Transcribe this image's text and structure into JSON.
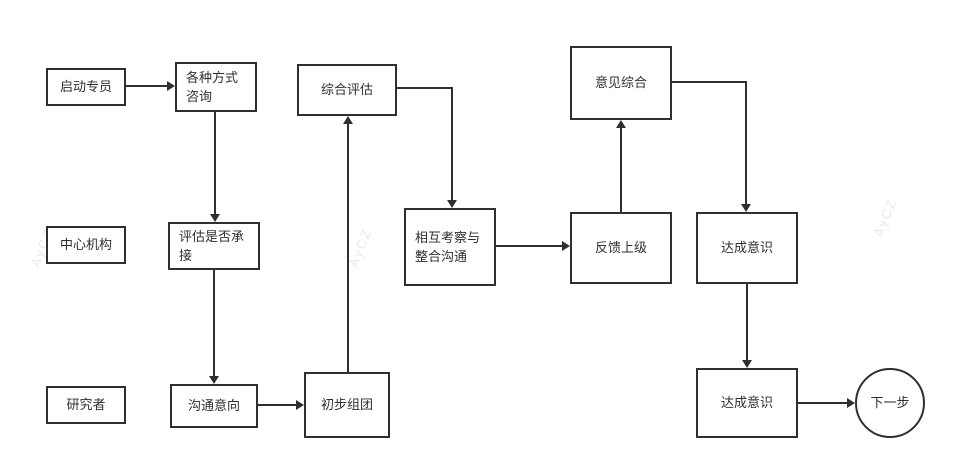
{
  "lanes": [
    {
      "label": "启动专员"
    },
    {
      "label": "中心机构"
    },
    {
      "label": "研究者"
    }
  ],
  "nodes": {
    "consult": {
      "label": "各种方式咨询"
    },
    "comprehensive_eval": {
      "label": "综合评估"
    },
    "opinion_synthesis": {
      "label": "意见综合"
    },
    "assess_undertake": {
      "label": "评估是否承接"
    },
    "mutual_inspection": {
      "label": "相互考察与整合沟通"
    },
    "feedback_superior": {
      "label": "反馈上级"
    },
    "consensus_mid": {
      "label": "达成意识"
    },
    "comm_intention": {
      "label": "沟通意向"
    },
    "initial_grouping": {
      "label": "初步组团"
    },
    "consensus_bottom": {
      "label": "达成意识"
    },
    "next_step": {
      "label": "下一步"
    }
  },
  "edges": [
    {
      "from": "启动专员",
      "to": "各种方式咨询"
    },
    {
      "from": "各种方式咨询",
      "to": "评估是否承接"
    },
    {
      "from": "评估是否承接",
      "to": "沟通意向"
    },
    {
      "from": "沟通意向",
      "to": "初步组团"
    },
    {
      "from": "初步组团",
      "to": "综合评估"
    },
    {
      "from": "综合评估",
      "to": "相互考察与整合沟通"
    },
    {
      "from": "相互考察与整合沟通",
      "to": "反馈上级"
    },
    {
      "from": "反馈上级",
      "to": "意见综合"
    },
    {
      "from": "意见综合",
      "to": "达成意识"
    },
    {
      "from": "达成意识",
      "to": "达成意识"
    },
    {
      "from": "达成意识",
      "to": "下一步"
    }
  ],
  "watermark": {
    "text": "AyCZ"
  },
  "colors": {
    "line": "#2f2f2f",
    "background": "#ffffff",
    "text": "#2f2f2f"
  }
}
